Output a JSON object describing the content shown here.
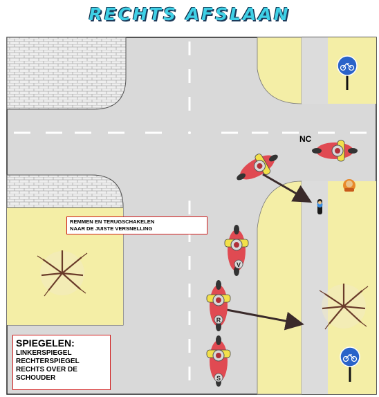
{
  "title": "RECHTS AFSLAAN",
  "nc_label": "NC",
  "note": {
    "line1": "REMMEN EN TERUGSCHAKELEN",
    "line2": "NAAR DE JUISTE  VERSNELLING"
  },
  "mirrors": {
    "heading": "SPIEGELEN:",
    "lines": [
      "LINKERSPIEGEL",
      "RECHTERSPIEGEL",
      "RECHTS OVER DE",
      "SCHOUDER"
    ]
  },
  "motorcycle_letters": {
    "v": "V",
    "r": "R",
    "s": "S"
  },
  "colors": {
    "road": "#d9d9d9",
    "bike_lane": "#f4eea6",
    "pavement": "#e6e6e6",
    "bike_sign": "#2a63c9",
    "arrow": "#3a2a2a",
    "box_border": "#d01818"
  },
  "icons": [
    "bicycle-sign-icon",
    "tree-icon",
    "cyclist-icon",
    "pedestrian-icon",
    "motorcycle-icon"
  ]
}
